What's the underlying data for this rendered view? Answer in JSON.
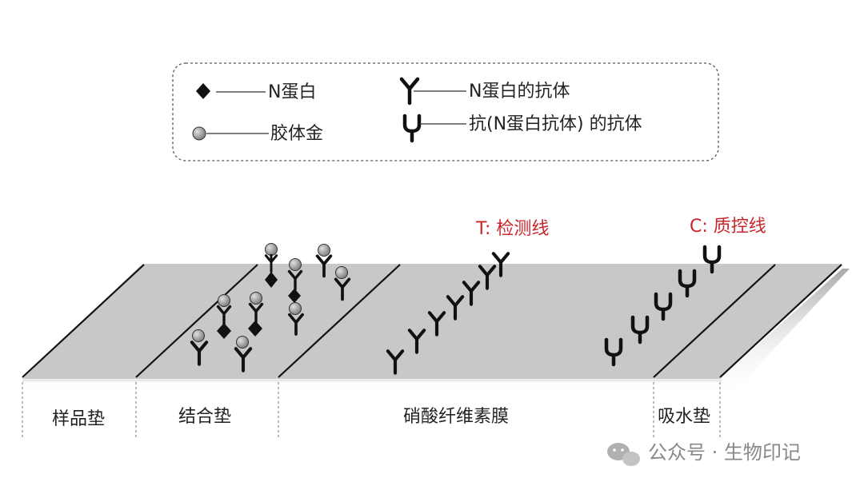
{
  "legend": {
    "n_protein": "N蛋白",
    "colloidal_gold": "胶体金",
    "antibody_n": "N蛋白的抗体",
    "antibody_anti": "抗(N蛋白抗体) 的抗体"
  },
  "lines": {
    "test": "T:  检测线",
    "control": "C:  质控线"
  },
  "zones": {
    "sample_pad": "样品垫",
    "conjugate_pad": "结合垫",
    "membrane": "硝酸纤维素膜",
    "absorbent_pad": "吸水垫"
  },
  "watermark": {
    "text": "公众号 · 生物印记"
  },
  "colors": {
    "strip_top": "#c8c8c8",
    "title_red": "#c8262c"
  }
}
